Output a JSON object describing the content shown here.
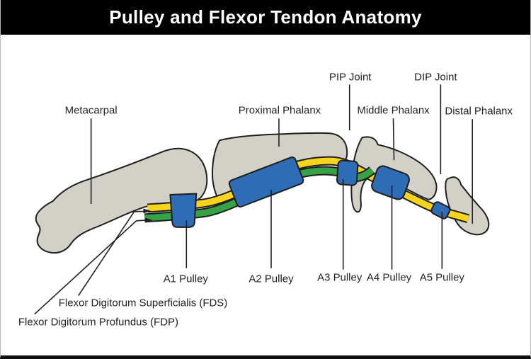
{
  "title": "Pulley and Flexor Tendon Anatomy",
  "colors": {
    "title_bar": "#000000",
    "background": "#ffffff",
    "bone_fill": "#d3d0c8",
    "outline": "#1e1e1c",
    "pulley_blue": "#2e6cb5",
    "fds_yellow": "#f7d41c",
    "fdp_green": "#35a345",
    "label_text": "#231f20"
  },
  "labels": {
    "bones": [
      {
        "id": "metacarpal",
        "text": "Metacarpal"
      },
      {
        "id": "proximal-phalanx",
        "text": "Proximal Phalanx"
      },
      {
        "id": "middle-phalanx",
        "text": "Middle Phalanx"
      },
      {
        "id": "distal-phalanx",
        "text": "Distal Phalanx"
      }
    ],
    "joints": [
      {
        "id": "pip-joint",
        "text": "PIP Joint"
      },
      {
        "id": "dip-joint",
        "text": "DIP Joint"
      }
    ],
    "pulleys": [
      {
        "id": "a1",
        "text": "A1 Pulley"
      },
      {
        "id": "a2",
        "text": "A2 Pulley"
      },
      {
        "id": "a3",
        "text": "A3 Pulley"
      },
      {
        "id": "a4",
        "text": "A4 Pulley"
      },
      {
        "id": "a5",
        "text": "A5 Pulley"
      }
    ],
    "tendons": [
      {
        "id": "fds",
        "text": "Flexor Digitorum Superficialis (FDS)"
      },
      {
        "id": "fdp",
        "text": "Flexor Digitorum Profundus (FDP)"
      }
    ]
  }
}
